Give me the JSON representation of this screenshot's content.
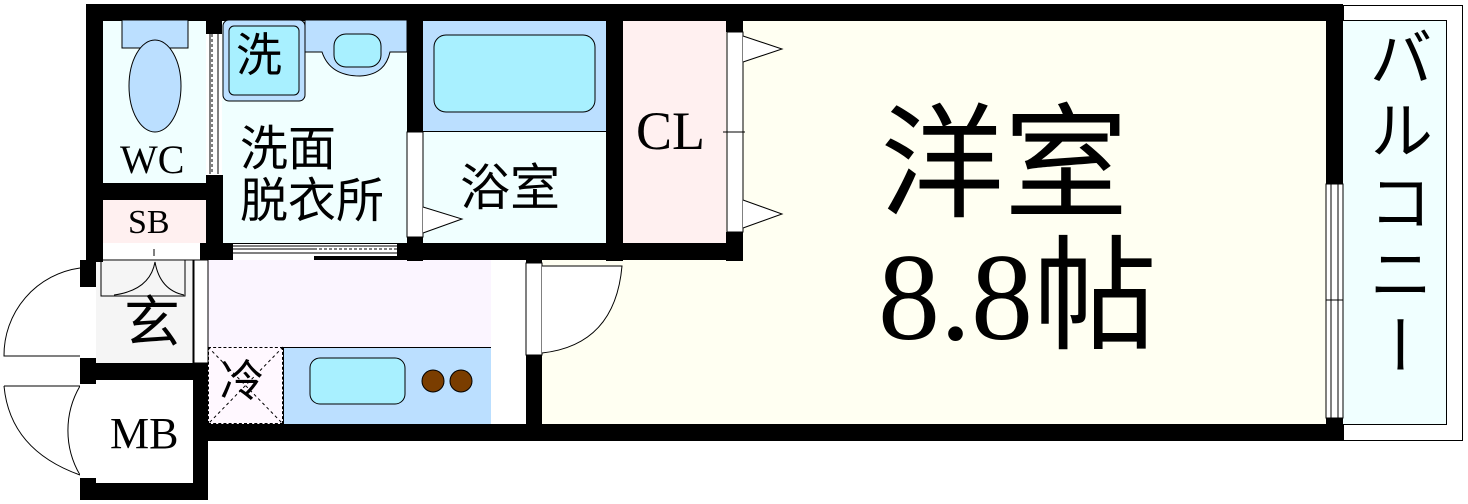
{
  "floorplan": {
    "rooms": {
      "wc": {
        "label": "WC",
        "color": "#f0ffff"
      },
      "washroom": {
        "label_line1": "洗面",
        "label_line2": "脱衣所",
        "color": "#f0ffff"
      },
      "washer": {
        "label": "洗",
        "color": "#a8f0ff"
      },
      "bathroom": {
        "label": "浴室",
        "color": "#f0ffff"
      },
      "closet": {
        "label": "CL",
        "color": "#fff0f0"
      },
      "western_room": {
        "label_line1": "洋室",
        "label_line2": "8.8帖",
        "color": "#fffff2"
      },
      "balcony": {
        "label": "バルコニー",
        "color": "#f0ffff"
      },
      "shoe_box": {
        "label": "SB",
        "color": "#fff0f0"
      },
      "entrance": {
        "label": "玄",
        "color": "#f5f5f5"
      },
      "meter_box": {
        "label": "MB",
        "color": "#ffffff"
      },
      "fridge": {
        "label": "冷",
        "color": "#fff8ff"
      },
      "kitchen": {
        "color": "#fbf5ff"
      }
    },
    "colors": {
      "wall": "#000000",
      "fixture_blue": "#bbdfff",
      "basin_cyan": "#a8f0ff",
      "stove_burner": "#7a3d00"
    }
  }
}
